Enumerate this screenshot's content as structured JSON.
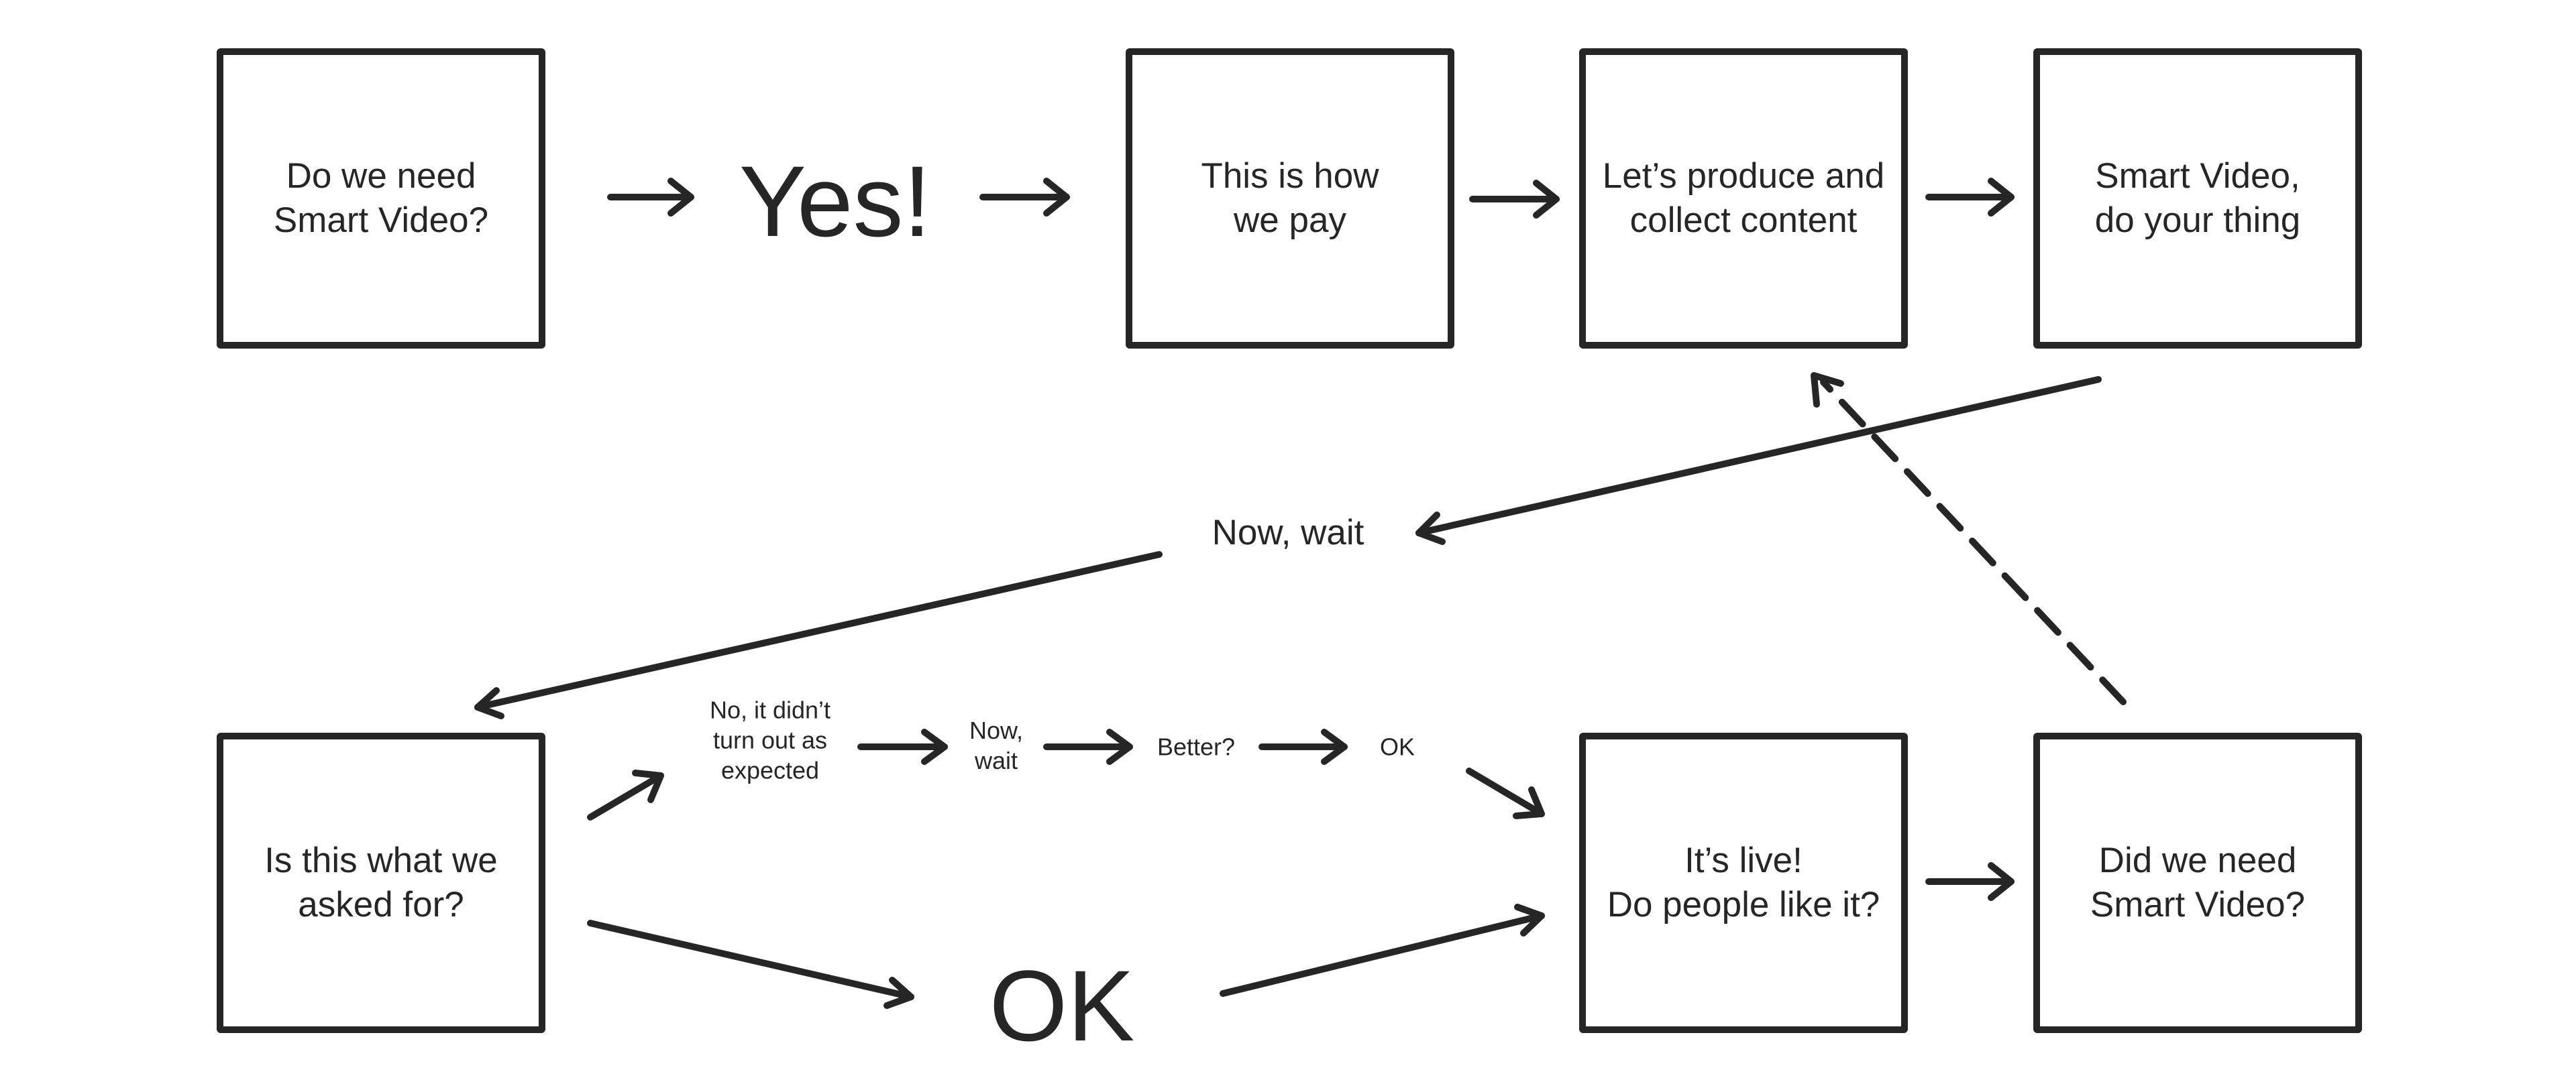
{
  "colors": {
    "ink": "#262626",
    "background": "#ffffff"
  },
  "nodes": {
    "need": "Do we need\nSmart Video?",
    "yes": "Yes!",
    "pay": "This is how\nwe pay",
    "produce": "Let’s produce and\ncollect content",
    "smart_video": "Smart Video,\ndo your thing",
    "now_wait": "Now, wait",
    "asked_for": "Is this what we\nasked for?",
    "not_expected": "No, it didn’t\nturn out as\nexpected",
    "now_wait_small": "Now,\nwait",
    "better": "Better?",
    "ok_small": "OK",
    "ok_big": "OK",
    "live": "It’s live!\nDo people like it?",
    "did_we_need": "Did we need\nSmart Video?"
  },
  "edges": [
    {
      "from": "need",
      "to": "yes",
      "style": "solid"
    },
    {
      "from": "yes",
      "to": "pay",
      "style": "solid"
    },
    {
      "from": "pay",
      "to": "produce",
      "style": "solid"
    },
    {
      "from": "produce",
      "to": "smart_video",
      "style": "solid"
    },
    {
      "from": "smart_video",
      "to": "now_wait",
      "style": "solid"
    },
    {
      "from": "now_wait",
      "to": "asked_for",
      "style": "solid"
    },
    {
      "from": "asked_for",
      "to": "not_expected",
      "style": "solid"
    },
    {
      "from": "not_expected",
      "to": "now_wait_small",
      "style": "solid"
    },
    {
      "from": "now_wait_small",
      "to": "better",
      "style": "solid"
    },
    {
      "from": "better",
      "to": "ok_small",
      "style": "solid"
    },
    {
      "from": "ok_small",
      "to": "live",
      "style": "solid"
    },
    {
      "from": "asked_for",
      "to": "ok_big",
      "style": "solid"
    },
    {
      "from": "ok_big",
      "to": "live",
      "style": "solid"
    },
    {
      "from": "live",
      "to": "did_we_need",
      "style": "solid"
    },
    {
      "from": "did_we_need",
      "to": "produce",
      "style": "dashed"
    }
  ]
}
